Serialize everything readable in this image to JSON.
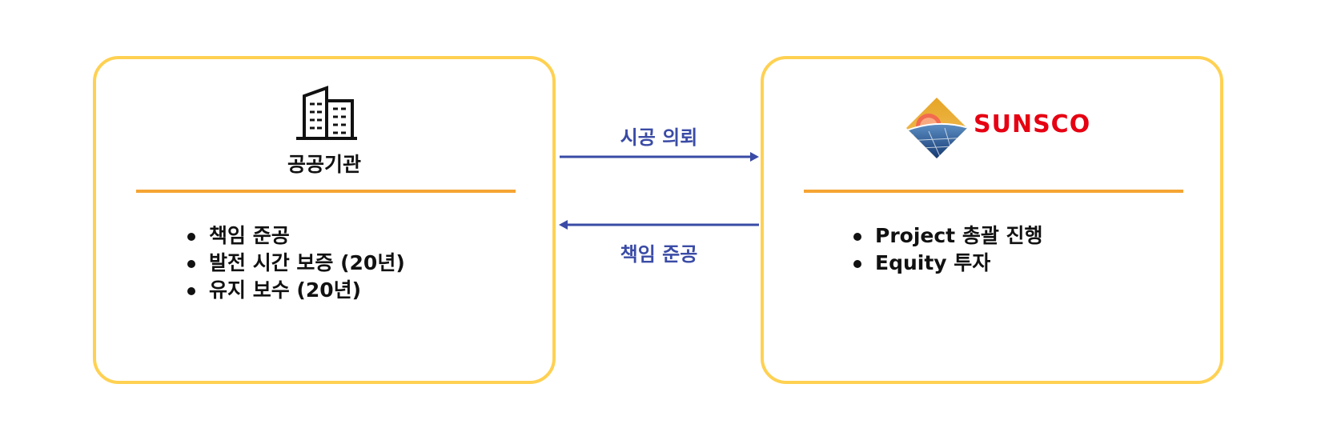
{
  "left_box": {
    "title": "공공기관",
    "icon": "building-icon",
    "items": [
      "책임 준공",
      "발전 시간 보증 (20년)",
      "유지 보수 (20년)"
    ]
  },
  "right_box": {
    "logo_text": "SUNSCO",
    "items": [
      "Project 총괄 진행",
      "Equity 투자"
    ]
  },
  "arrows": {
    "to_right_label": "시공 의뢰",
    "to_left_label": "책임 준공"
  },
  "colors": {
    "box_border": "#FFD152",
    "divider": "#F5A433",
    "arrow": "#3A4BA6",
    "logo_red": "#E60012"
  }
}
